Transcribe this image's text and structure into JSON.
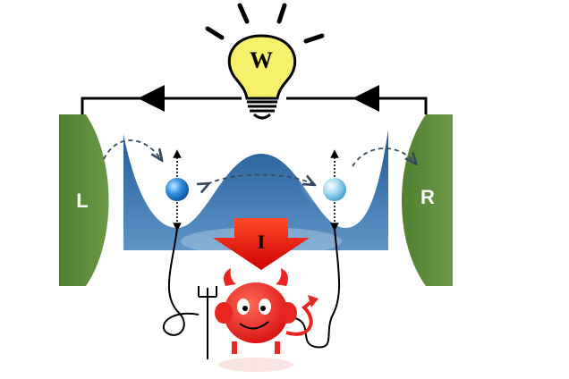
{
  "labels": {
    "left_lead": "L",
    "right_lead": "R",
    "bulb": "W",
    "arrow": "I"
  },
  "colors": {
    "lead": "#5a8a3a",
    "lead_dark": "#3f6a26",
    "well": "#2f6aa3",
    "bulb": "#f7f06a",
    "arrow": "#e01010",
    "demon": "#e8251f",
    "dot_left": "#1e7fd0",
    "dot_right": "#8fd2ef"
  },
  "icons": {
    "bulb": "light-bulb-icon",
    "demon": "demon-icon",
    "spin_up": "spin-up-arrow-icon",
    "spin_down": "spin-down-arrow-icon"
  }
}
